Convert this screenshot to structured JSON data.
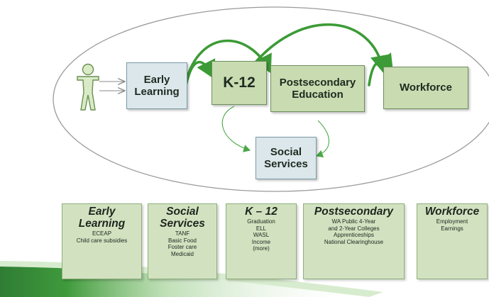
{
  "diagram": {
    "flow": {
      "early_learning": [
        "Early",
        "Learning"
      ],
      "k12": "K-12",
      "postsecondary": [
        "Postsecondary",
        "Education"
      ],
      "workforce": "Workforce",
      "social_services": [
        "Social",
        "Services"
      ]
    },
    "person_icon": "person-figure-icon",
    "colors": {
      "ellipse_stroke": "#999999",
      "arrow_green": "#3c9b36",
      "node_green": "#c8dbb1",
      "node_blue": "#dce7ec",
      "card_green": "#d2e2c0"
    }
  },
  "cards": [
    {
      "title": [
        "Early",
        "Learning"
      ],
      "items": [
        "ECEAP",
        "Child care subsidies"
      ]
    },
    {
      "title": [
        "Social",
        "Services"
      ],
      "items": [
        "TANF",
        "Basic Food",
        "Foster care",
        "Medicaid"
      ]
    },
    {
      "title": [
        "K – 12"
      ],
      "items": [
        "Graduation",
        "ELL",
        "WASL",
        "Income",
        "(more)"
      ]
    },
    {
      "title": [
        "Postsecondary"
      ],
      "items": [
        "WA Public 4-Year",
        "and 2-Year Colleges",
        "Apprenticeships",
        "National Clearinghouse"
      ]
    },
    {
      "title": [
        "Workforce"
      ],
      "items": [
        "Employment",
        "Earnings"
      ]
    }
  ]
}
